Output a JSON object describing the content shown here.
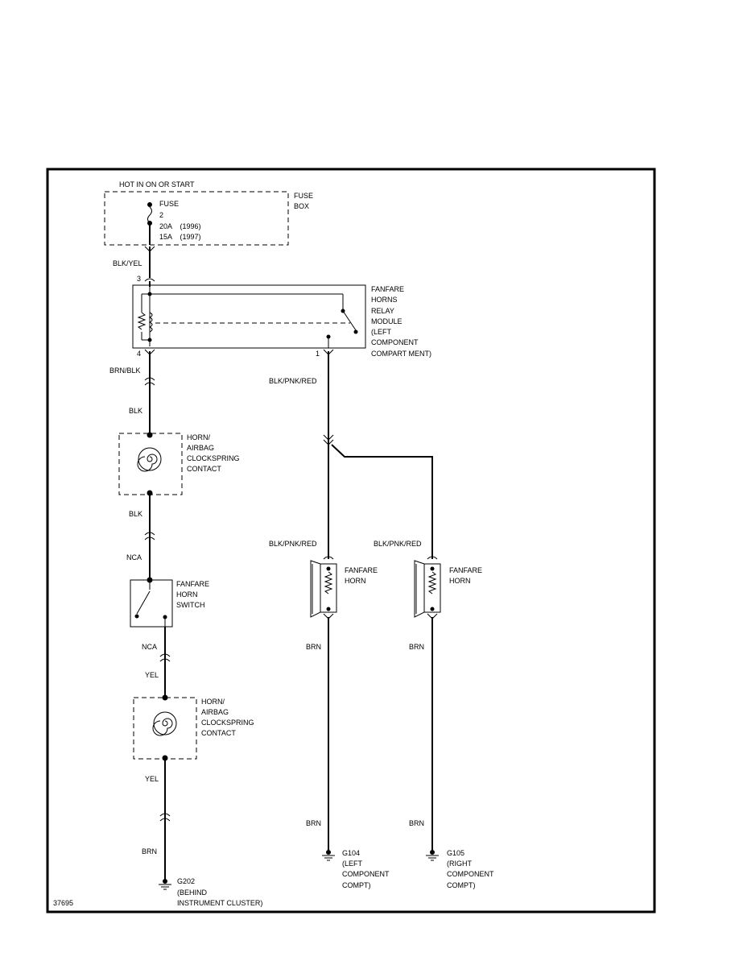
{
  "hot_label": "HOT IN ON OR START",
  "fuse_box": {
    "label": [
      "FUSE",
      "BOX"
    ],
    "fuse": [
      "FUSE",
      "2",
      "20A    (1996)",
      "15A    (1997)"
    ]
  },
  "wires": {
    "blk_yel": "BLK/YEL",
    "brn_blk": "BRN/BLK",
    "blk_top": "BLK",
    "blk_mid": "BLK",
    "nca_top": "NCA",
    "nca_bottom": "NCA",
    "yel_top": "YEL",
    "yel_bottom": "YEL",
    "brn_left": "BRN",
    "blk_pnk_red_top": "BLK/PNK/RED",
    "blk_pnk_red_left": "BLK/PNK/RED",
    "blk_pnk_red_right": "BLK/PNK/RED",
    "brn_horn_left": "BRN",
    "brn_horn_right": "BRN",
    "brn_ground_left": "BRN",
    "brn_ground_right": "BRN"
  },
  "pins": {
    "pin3": "3",
    "pin4": "4",
    "pin1": "1"
  },
  "relay": [
    "FANFARE",
    "HORNS",
    "RELAY",
    "MODULE",
    "(LEFT",
    "COMPONENT",
    "COMPART MENT)"
  ],
  "clockspring_top": [
    "HORN/",
    "AIRBAG",
    "CLOCKSPRING",
    "CONTACT"
  ],
  "clockspring_bottom": [
    "HORN/",
    "AIRBAG",
    "CLOCKSPRING",
    "CONTACT"
  ],
  "horn_switch": [
    "FANFARE",
    "HORN",
    "SWITCH"
  ],
  "horn_left": [
    "FANFARE",
    "HORN"
  ],
  "horn_right": [
    "FANFARE",
    "HORN"
  ],
  "ground_g202": [
    "G202",
    "(BEHIND",
    "INSTRUMENT CLUSTER)"
  ],
  "ground_g104": [
    "G104",
    "(LEFT",
    "COMPONENT",
    "COMPT)"
  ],
  "ground_g105": [
    "G105",
    "(RIGHT",
    "COMPONENT",
    "COMPT)"
  ],
  "figure_id": "37695"
}
